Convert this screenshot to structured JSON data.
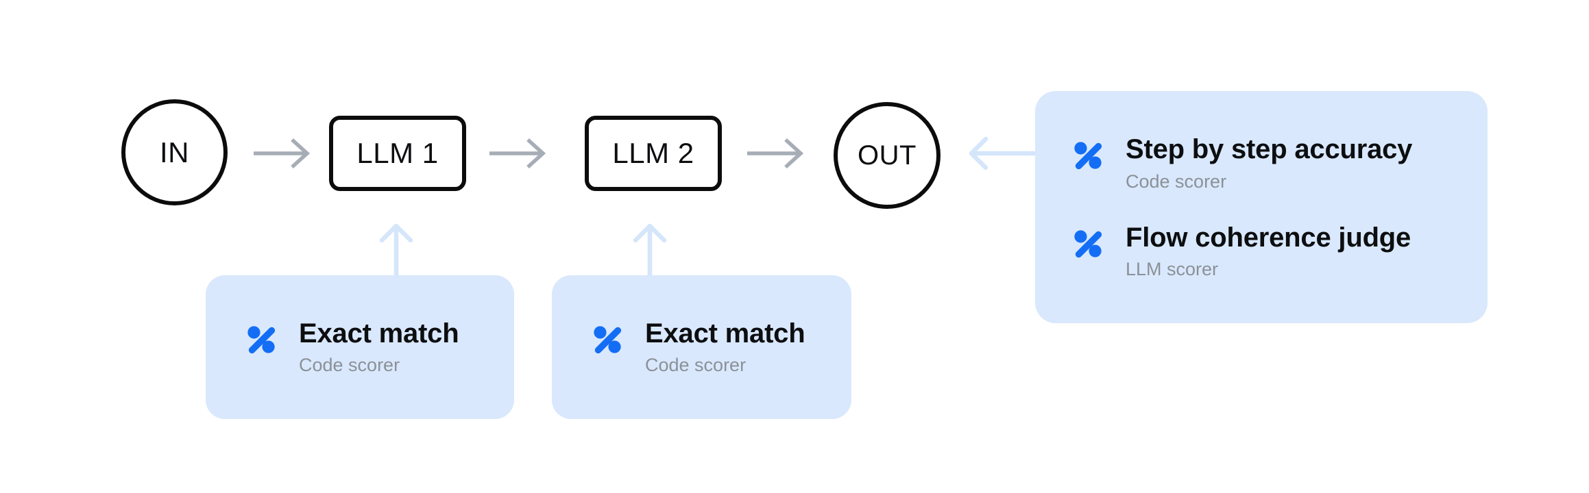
{
  "diagram": {
    "nodes": [
      {
        "id": "in",
        "shape": "circle",
        "label": "IN"
      },
      {
        "id": "llm-1",
        "shape": "rounded-box",
        "label": "LLM 1"
      },
      {
        "id": "llm-2",
        "shape": "rounded-box",
        "label": "LLM 2"
      },
      {
        "id": "out",
        "shape": "circle",
        "label": "OUT"
      }
    ],
    "connections": [
      {
        "from": "in",
        "to": "llm-1",
        "style": "gray-arrow"
      },
      {
        "from": "llm-1",
        "to": "llm-2",
        "style": "gray-arrow"
      },
      {
        "from": "llm-2",
        "to": "out",
        "style": "gray-arrow"
      },
      {
        "from": "scorer-card-llm1",
        "to": "llm-1",
        "style": "soft-blue-arrow"
      },
      {
        "from": "scorer-card-llm2",
        "to": "llm-2",
        "style": "soft-blue-arrow"
      },
      {
        "from": "scorer-card-out",
        "to": "out",
        "style": "soft-blue-arrow"
      }
    ],
    "scorer_cards": [
      {
        "id": "scorer-card-llm1",
        "attached_to": "llm-1",
        "scorers": [
          {
            "name": "Exact match",
            "kind": "Code scorer"
          }
        ]
      },
      {
        "id": "scorer-card-llm2",
        "attached_to": "llm-2",
        "scorers": [
          {
            "name": "Exact match",
            "kind": "Code scorer"
          }
        ]
      },
      {
        "id": "scorer-card-out",
        "attached_to": "out",
        "scorers": [
          {
            "name": "Step by step accuracy",
            "kind": "Code scorer"
          },
          {
            "name": "Flow coherence judge",
            "kind": "LLM scorer"
          }
        ]
      }
    ]
  },
  "icons": {
    "scorer": "percent-icon"
  },
  "colors": {
    "background": "#ffffff",
    "accent_blue": "#146ef5",
    "card_background": "#d9e8fc",
    "soft_arrow_blue": "#d5e6fb",
    "flow_arrow_gray": "#a7adb6",
    "node_border": "#0c0c0d",
    "title_text": "#0d0e10",
    "subtitle_text": "#8b9198"
  }
}
